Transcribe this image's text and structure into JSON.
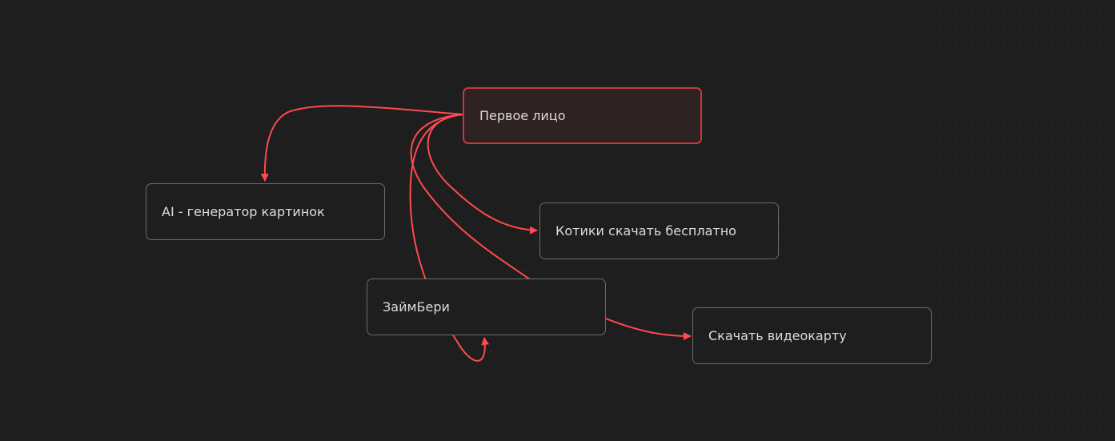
{
  "nodes": {
    "first_person": "Первое лицо",
    "ai_generator": "AI - генератор картинок",
    "cats": "Котики скачать бесплатно",
    "zaimberi": "ЗаймБери",
    "gpu": "Скачать видеокарту"
  },
  "colors": {
    "edge": "#ff4a4f",
    "selected_border": "#c9373f"
  }
}
